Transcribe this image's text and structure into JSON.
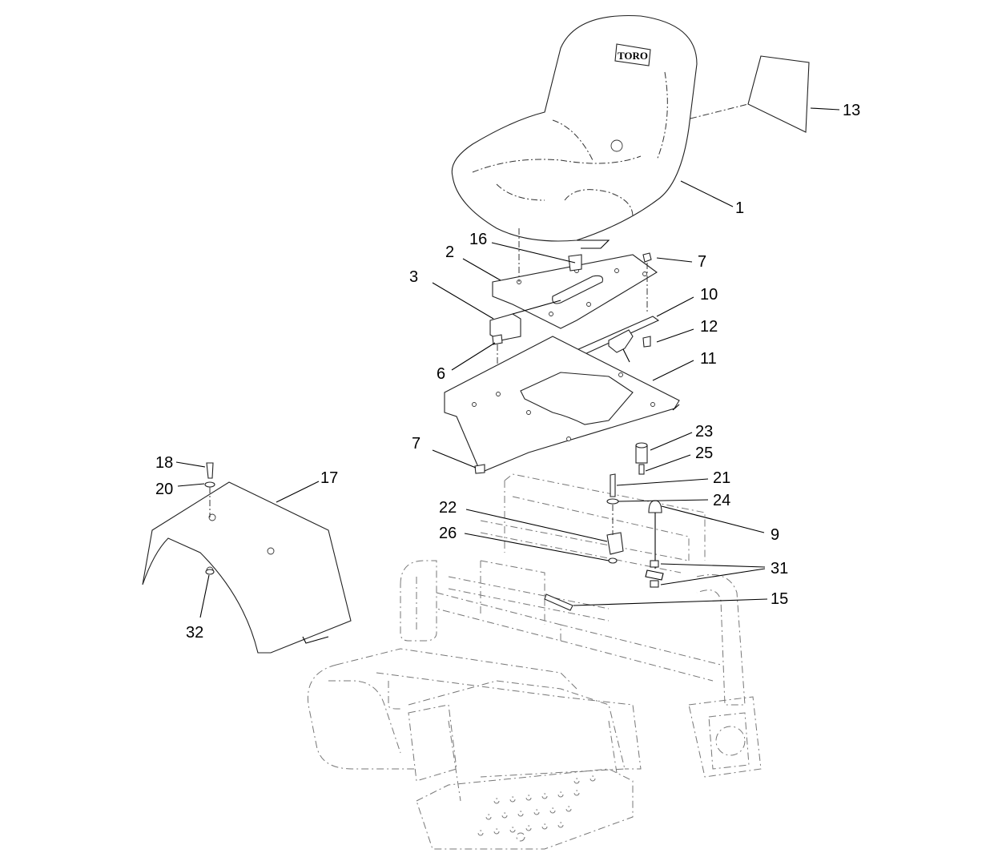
{
  "logo_text": "TORO",
  "callouts": {
    "c1": "1",
    "c2": "2",
    "c3": "3",
    "c6": "6",
    "c7a": "7",
    "c7b": "7",
    "c9": "9",
    "c10": "10",
    "c11": "11",
    "c12": "12",
    "c13": "13",
    "c15": "15",
    "c16": "16",
    "c17": "17",
    "c18": "18",
    "c20": "20",
    "c21": "21",
    "c22": "22",
    "c23": "23",
    "c24": "24",
    "c25": "25",
    "c26": "26",
    "c31": "31",
    "c32": "32"
  }
}
